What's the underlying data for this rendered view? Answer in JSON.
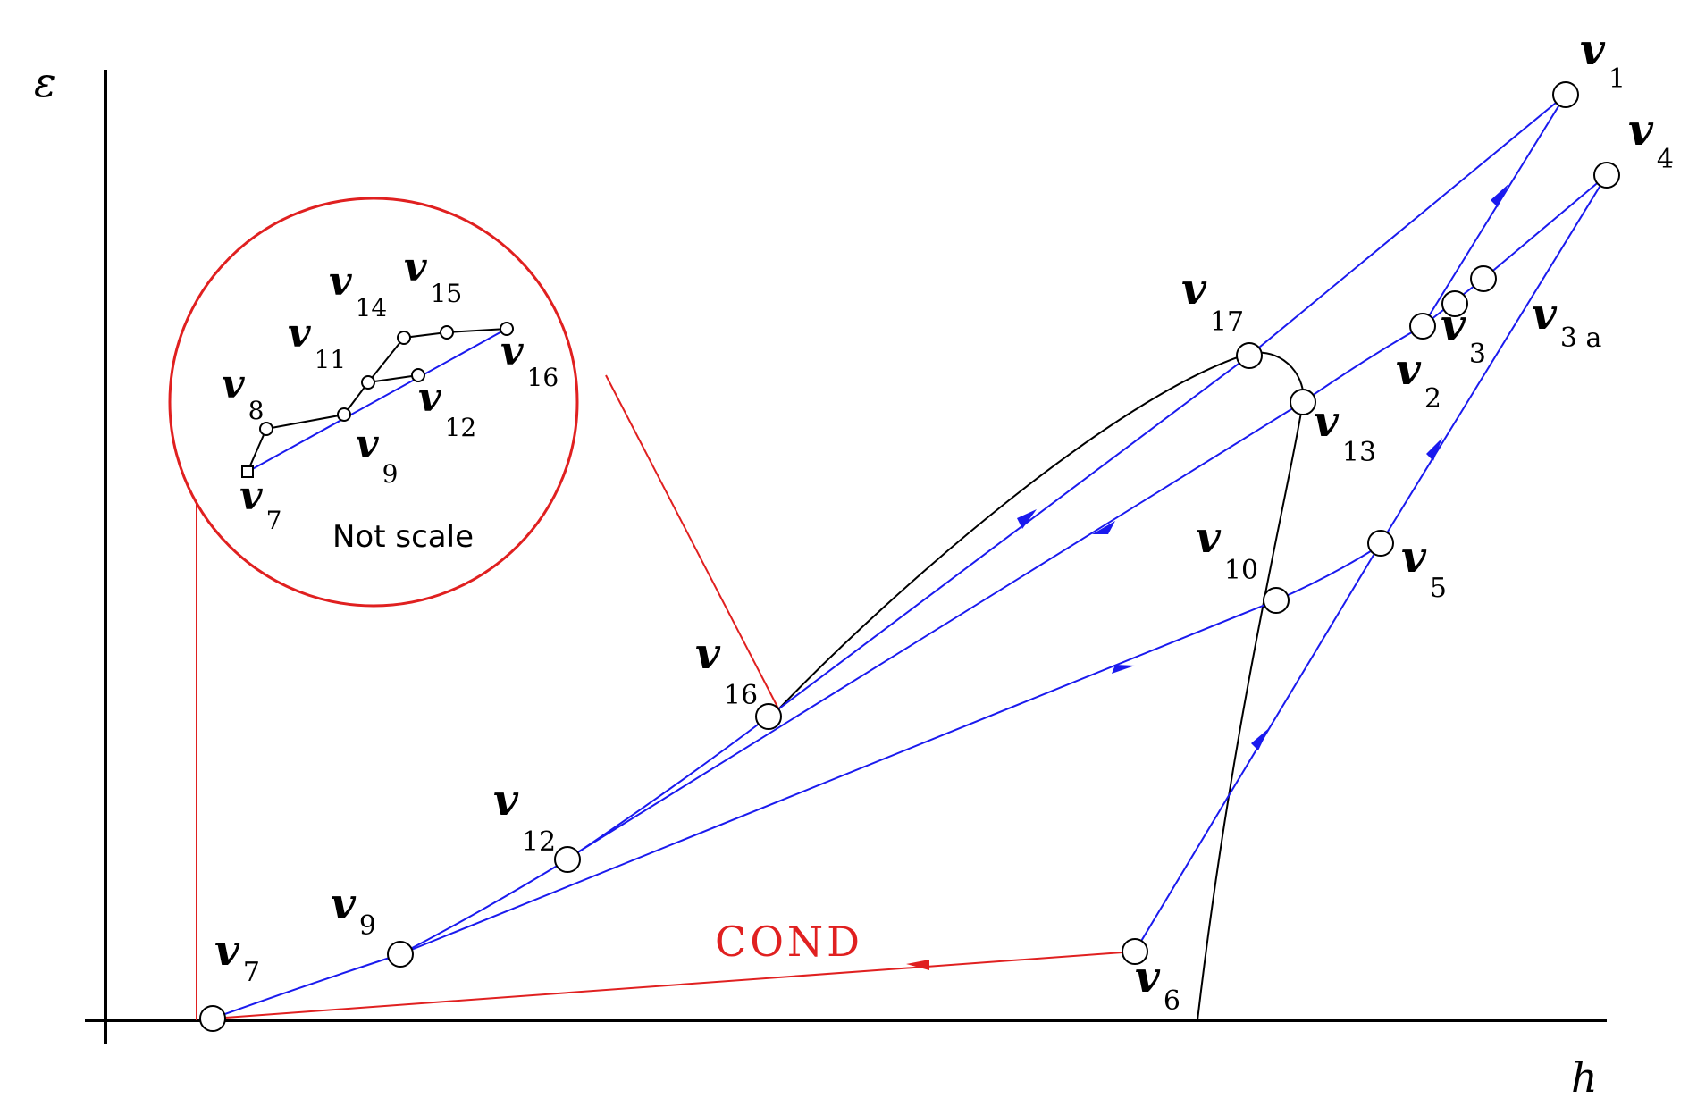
{
  "axes": {
    "y_label": "ε",
    "x_label": "h"
  },
  "nodes": [
    {
      "id": "v7",
      "letter": "v",
      "sub": "7"
    },
    {
      "id": "v9",
      "letter": "v",
      "sub": "9"
    },
    {
      "id": "v12",
      "letter": "v",
      "sub": "12"
    },
    {
      "id": "v16",
      "letter": "v",
      "sub": "16"
    },
    {
      "id": "v17",
      "letter": "v",
      "sub": "17"
    },
    {
      "id": "v13",
      "letter": "v",
      "sub": "13"
    },
    {
      "id": "v10",
      "letter": "v",
      "sub": "10"
    },
    {
      "id": "v5",
      "letter": "v",
      "sub": "5"
    },
    {
      "id": "v6",
      "letter": "v",
      "sub": "6"
    },
    {
      "id": "v1",
      "letter": "v",
      "sub": "1"
    },
    {
      "id": "v4",
      "letter": "v",
      "sub": "4"
    },
    {
      "id": "v2",
      "letter": "v",
      "sub": "2"
    },
    {
      "id": "v3",
      "letter": "v",
      "sub": "3"
    },
    {
      "id": "v3a",
      "letter": "v",
      "sub": "3 a"
    }
  ],
  "inset": {
    "note": "Not scale",
    "nodes": [
      {
        "id": "v14",
        "letter": "v",
        "sub": "14"
      },
      {
        "id": "v15",
        "letter": "v",
        "sub": "15"
      },
      {
        "id": "v11",
        "letter": "v",
        "sub": "11"
      },
      {
        "id": "v16",
        "letter": "v",
        "sub": "16"
      },
      {
        "id": "v8",
        "letter": "v",
        "sub": "8"
      },
      {
        "id": "v12",
        "letter": "v",
        "sub": "12"
      },
      {
        "id": "v9",
        "letter": "v",
        "sub": "9"
      },
      {
        "id": "v7",
        "letter": "v",
        "sub": "7"
      }
    ]
  },
  "process_label": "COND",
  "colors": {
    "blue": "#1a1aee",
    "red": "#e02020",
    "black": "#000000"
  }
}
